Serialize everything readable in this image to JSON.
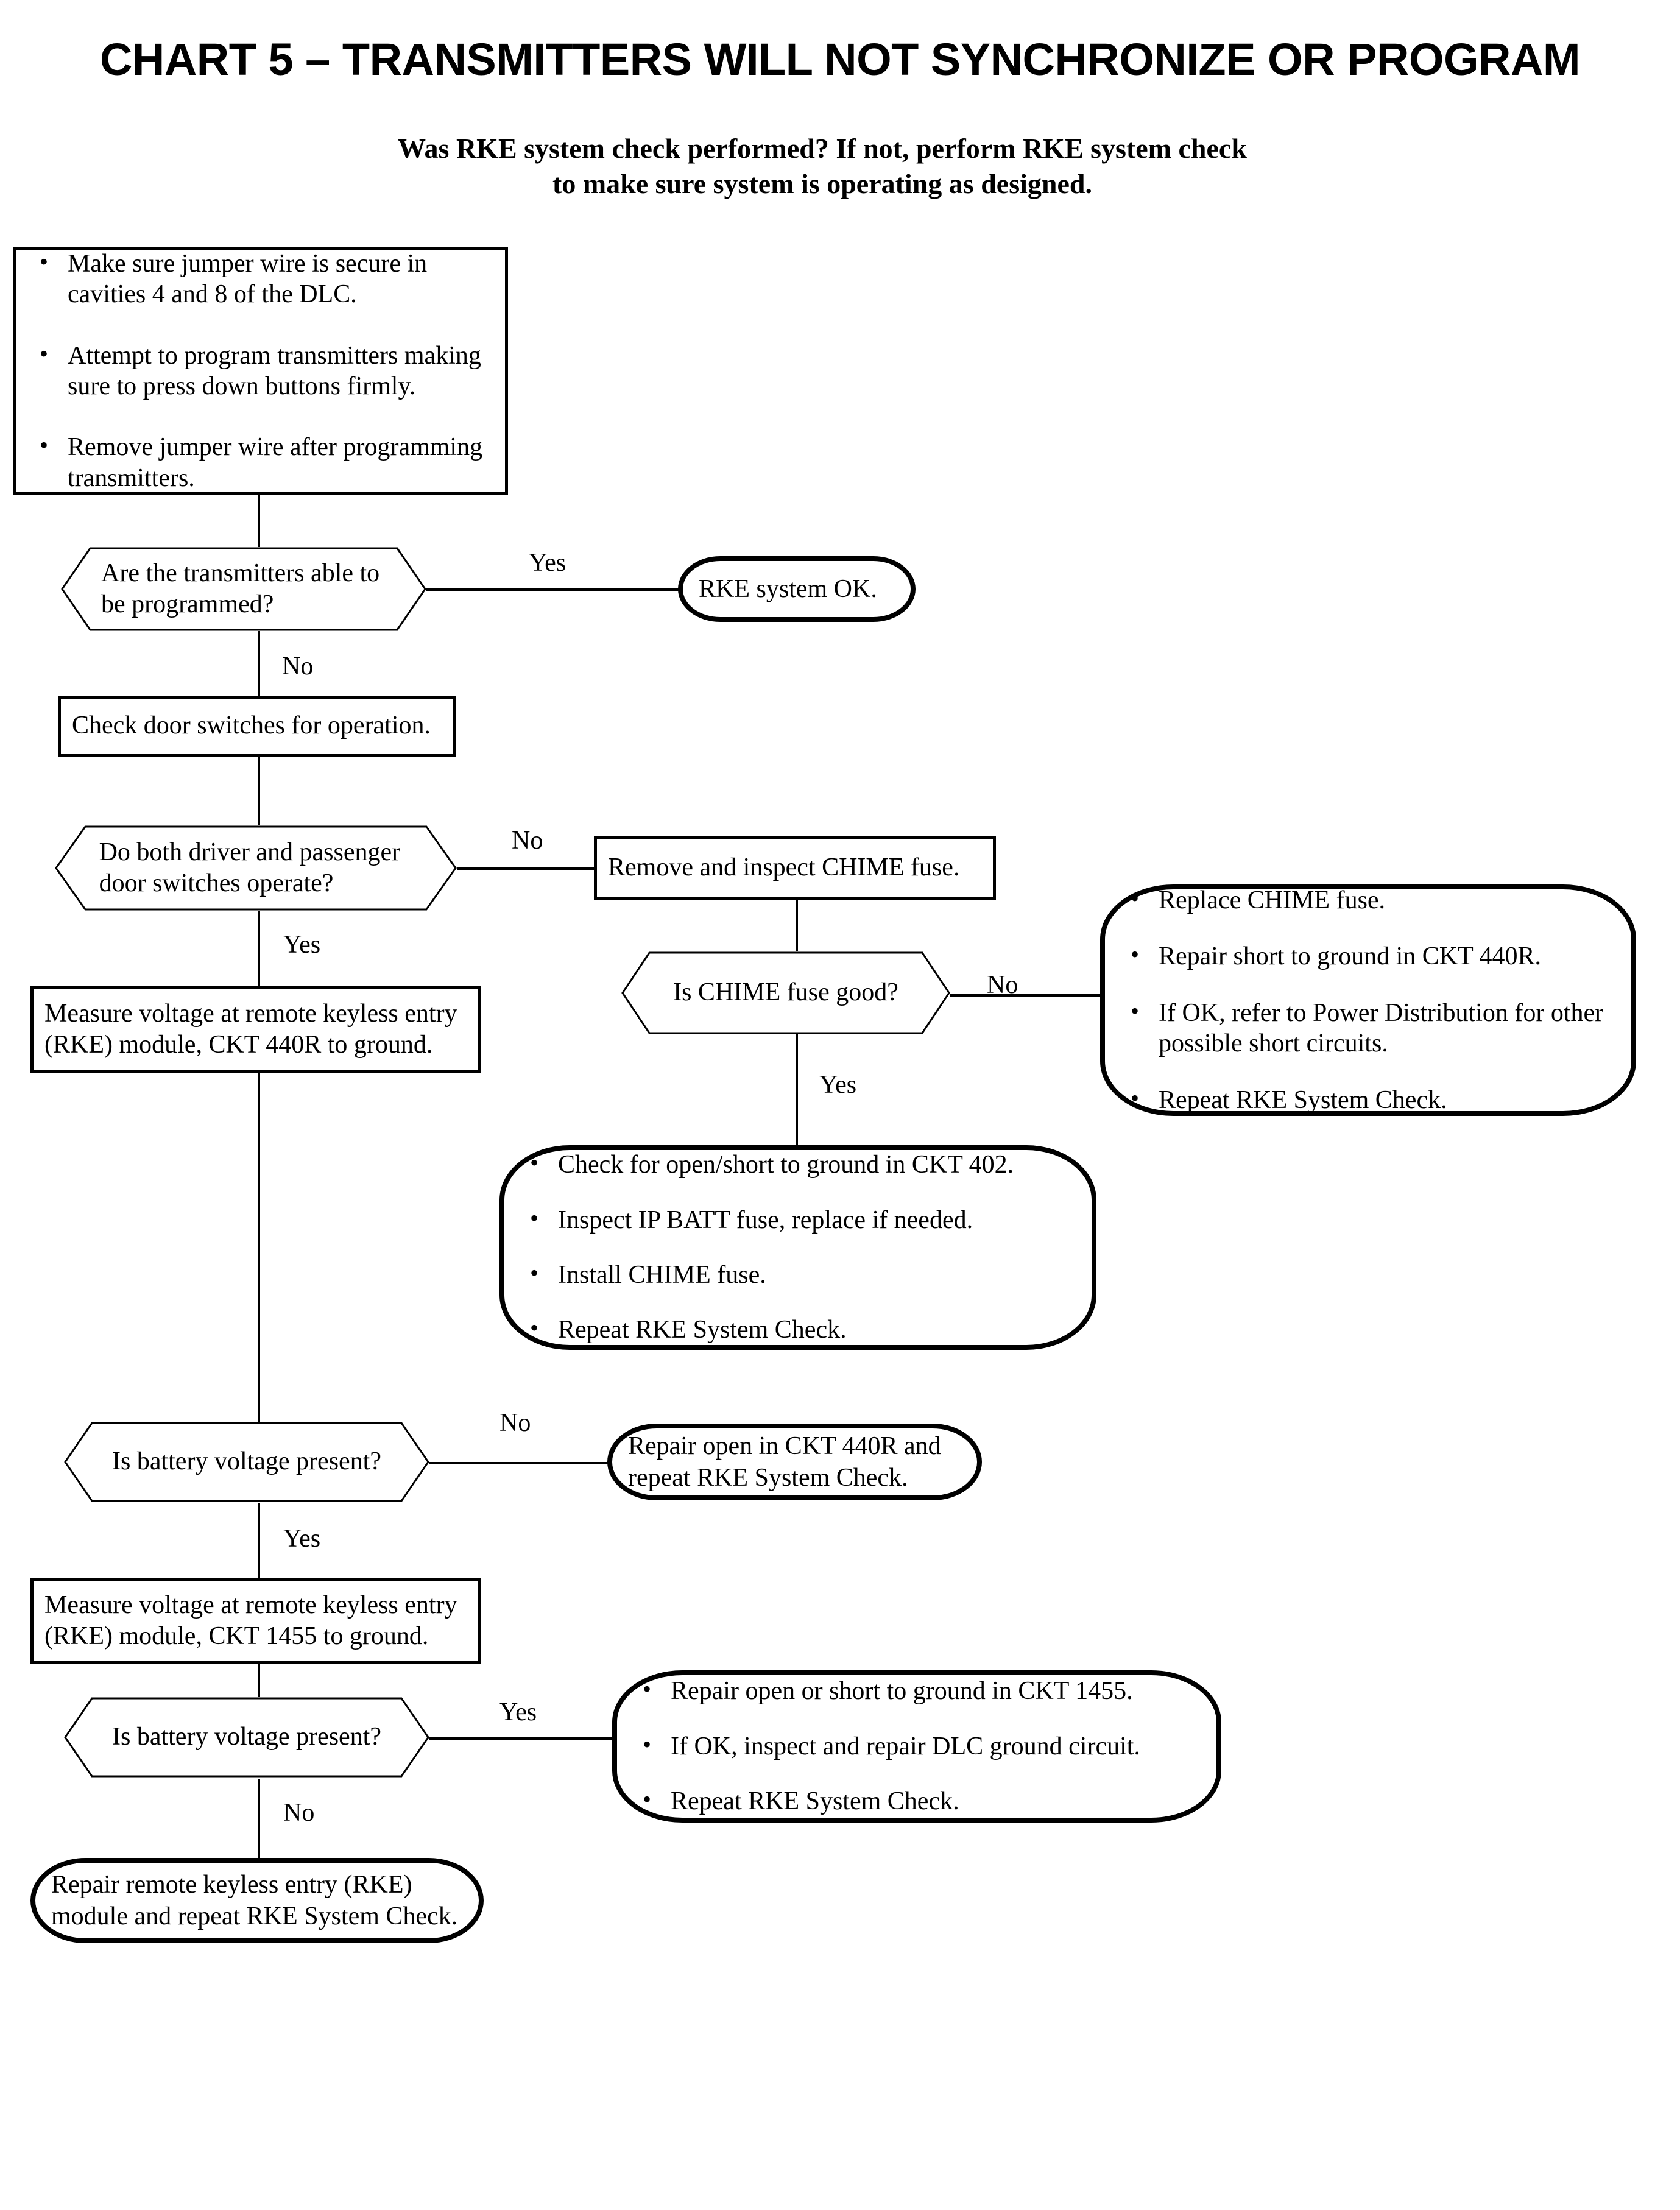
{
  "title": "CHART 5 – TRANSMITTERS WILL NOT SYNCHRONIZE OR PROGRAM",
  "subtitle": "Was RKE system check performed?  If not, perform RKE system check to make sure system is operating as designed.",
  "nodes": {
    "start_instructions": {
      "type": "process",
      "bullets": [
        "Make sure jumper wire is secure in cavities 4 and 8 of the DLC.",
        "Attempt to program transmitters making sure to press down buttons firmly.",
        "Remove jumper wire after programming transmitters."
      ]
    },
    "decision_transmitters_programmed": {
      "type": "decision",
      "text": "Are the transmitters able to be programmed?"
    },
    "terminal_rke_ok": {
      "type": "terminal",
      "text": "RKE system OK."
    },
    "process_check_door_switches": {
      "type": "process",
      "text": "Check door switches for operation."
    },
    "decision_door_switches_operate": {
      "type": "decision",
      "text": "Do both driver and passenger door switches operate?"
    },
    "process_remove_inspect_chime_fuse": {
      "type": "process",
      "text": "Remove and inspect CHIME fuse."
    },
    "decision_chime_fuse_good": {
      "type": "decision",
      "text": "Is CHIME fuse good?"
    },
    "terminal_replace_chime_fuse": {
      "type": "terminal",
      "bullets": [
        "Replace CHIME fuse.",
        "Repair short to ground in CKT 440R.",
        "If OK, refer to Power Distribution for other possible short circuits.",
        "Repeat RKE System Check."
      ]
    },
    "terminal_check_open_short_402": {
      "type": "terminal",
      "bullets": [
        "Check for open/short to ground in CKT 402.",
        "Inspect IP BATT fuse, replace if needed.",
        "Install CHIME fuse.",
        "Repeat RKE System Check."
      ]
    },
    "process_measure_voltage_440r": {
      "type": "process",
      "text": "Measure voltage at remote keyless entry (RKE) module, CKT 440R to ground."
    },
    "decision_battery_voltage_1": {
      "type": "decision",
      "text": "Is battery voltage present?"
    },
    "terminal_repair_open_440r": {
      "type": "terminal",
      "text": "Repair open in CKT 440R and repeat RKE System Check."
    },
    "process_measure_voltage_1455": {
      "type": "process",
      "text": "Measure voltage at remote keyless entry (RKE) module, CKT 1455 to ground."
    },
    "decision_battery_voltage_2": {
      "type": "decision",
      "text": "Is battery voltage present?"
    },
    "terminal_repair_1455": {
      "type": "terminal",
      "bullets": [
        "Repair open or short to ground in CKT 1455.",
        "If OK, inspect and repair DLC ground circuit.",
        "Repeat RKE System Check."
      ]
    },
    "terminal_repair_rke_module": {
      "type": "terminal",
      "text": "Repair remote keyless entry (RKE) module and repeat RKE System Check."
    }
  },
  "edge_labels": {
    "e1_yes": "Yes",
    "e1_no": "No",
    "e2_no": "No",
    "e2_yes": "Yes",
    "e3_no": "No",
    "e3_yes": "Yes",
    "e4_no": "No",
    "e4_yes": "Yes",
    "e5_yes": "Yes",
    "e5_no": "No"
  },
  "colors": {
    "stroke": "#000000",
    "background": "#ffffff"
  }
}
